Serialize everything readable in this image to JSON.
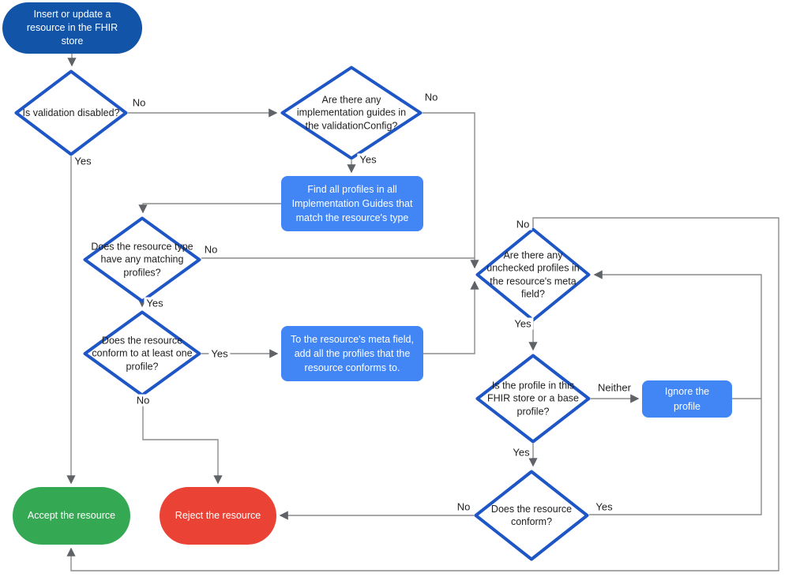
{
  "nodes": {
    "start": {
      "label": "Insert or update a resource in the FHIR store"
    },
    "validation_disabled": {
      "label": "Is validation disabled?"
    },
    "implementation_guides": {
      "label": "Are there any implementation guides in the validationConfig?"
    },
    "find_profiles": {
      "label": "Find all profiles in all Implementation Guides that match the resource's type"
    },
    "matching_profiles": {
      "label": "Does the resource type have any matching profiles?"
    },
    "conform_one": {
      "label": "Does the resource conform to at least one profile?"
    },
    "add_profiles": {
      "label": "To the resource's meta field, add all the profiles that the resource conforms to."
    },
    "unchecked_profiles": {
      "label": "Are there any unchecked profiles in the resource's meta field?"
    },
    "profile_in_store": {
      "label": "Is the profile in this FHIR store or a base profile?"
    },
    "ignore_profile": {
      "label": "Ignore the profile"
    },
    "resource_conform": {
      "label": "Does the resource conform?"
    },
    "accept": {
      "label": "Accept the resource"
    },
    "reject": {
      "label": "Reject the resource"
    }
  },
  "edge_labels": {
    "validation_no": "No",
    "validation_yes": "Yes",
    "guides_no": "No",
    "guides_yes": "Yes",
    "matching_no": "No",
    "matching_yes": "Yes",
    "conform_one_yes": "Yes",
    "conform_one_no": "No",
    "unchecked_no": "No",
    "unchecked_yes": "Yes",
    "profile_neither": "Neither",
    "profile_yes": "Yes",
    "conform_no": "No",
    "conform_yes": "Yes"
  },
  "colors": {
    "terminator_blue": "#1254A8",
    "process_blue": "#4285F4",
    "accept_green": "#34A853",
    "reject_red": "#EA4335",
    "decision_border": "#1E56C5",
    "line_gray": "#8C8C8C",
    "text_dark": "#212121"
  }
}
